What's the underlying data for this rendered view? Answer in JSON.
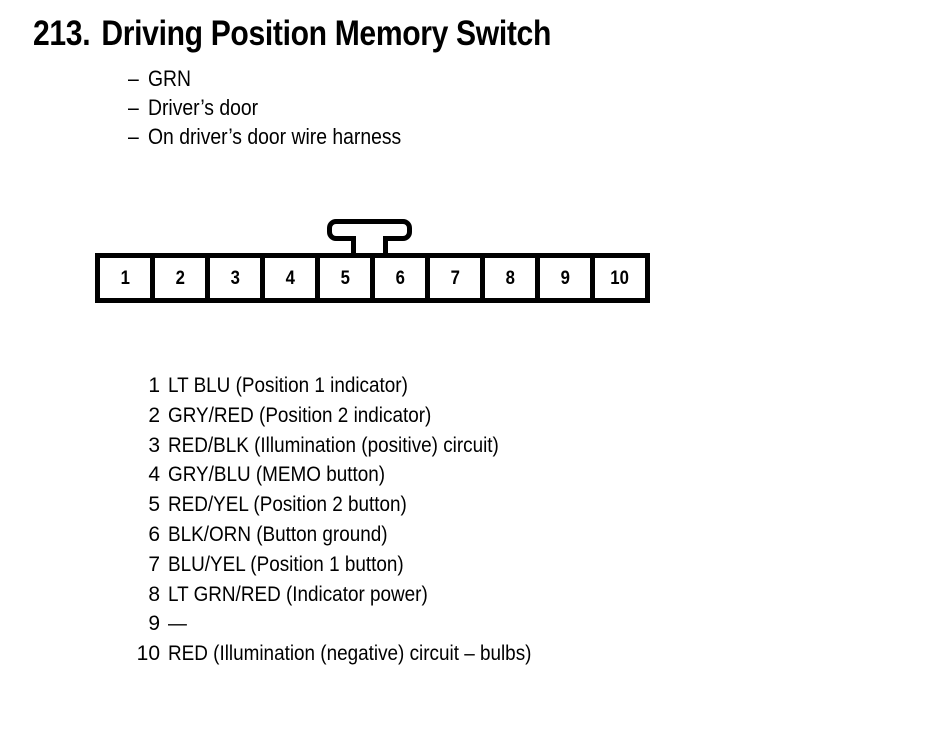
{
  "page": {
    "background": "#ffffff",
    "ink_color": "#000000"
  },
  "header": {
    "number": "213.",
    "title": "Driving Position Memory Switch",
    "bullet_marker": "–",
    "details": [
      "GRN",
      "Driver’s door",
      "On driver’s door wire harness"
    ]
  },
  "connector": {
    "type": "10-pin-connector",
    "latch_tab": "latch-tab",
    "pin_count": 10,
    "pin_labels": [
      "1",
      "2",
      "3",
      "4",
      "5",
      "6",
      "7",
      "8",
      "9",
      "10"
    ]
  },
  "pinout": {
    "rows": [
      {
        "pin": "1",
        "description": "LT BLU (Position 1 indicator)"
      },
      {
        "pin": "2",
        "description": "GRY/RED (Position 2 indicator)"
      },
      {
        "pin": "3",
        "description": "RED/BLK (Illumination (positive) circuit)"
      },
      {
        "pin": "4",
        "description": "GRY/BLU (MEMO button)"
      },
      {
        "pin": "5",
        "description": "RED/YEL (Position 2 button)"
      },
      {
        "pin": "6",
        "description": "BLK/ORN (Button ground)"
      },
      {
        "pin": "7",
        "description": "BLU/YEL (Position 1 button)"
      },
      {
        "pin": "8",
        "description": "LT GRN/RED (Indicator power)"
      },
      {
        "pin": "9",
        "description": "—"
      },
      {
        "pin": "10",
        "description": "RED (Illumination (negative) circuit – bulbs)"
      }
    ]
  }
}
